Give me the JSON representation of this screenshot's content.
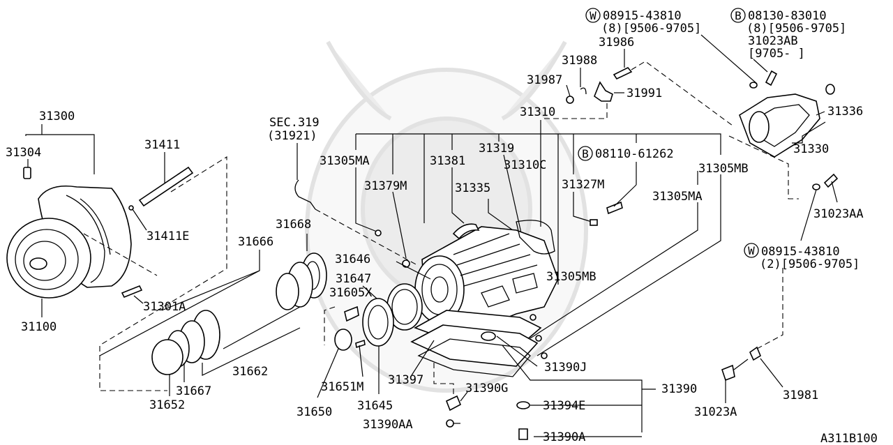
{
  "diagram_id": "A311B100",
  "labels": {
    "p31300": "31300",
    "p31304": "31304",
    "p31411": "31411",
    "p31411E": "31411E",
    "p31100": "31100",
    "p31301A": "31301A",
    "p31666": "31666",
    "p31668": "31668",
    "p31662": "31662",
    "p31667": "31667",
    "p31652": "31652",
    "sec319": "SEC.319",
    "sec319b": "(31921)",
    "p31305MA_a": "31305MA",
    "p31379M": "31379M",
    "p31381": "31381",
    "p31319": "31319",
    "p31310C": "31310C",
    "p31335": "31335",
    "p31327M": "31327M",
    "p31310": "31310",
    "p31305MA_b": "31305MA",
    "p31305MB_a": "31305MB",
    "p31305MB_b": "31305MB",
    "p31646": "31646",
    "p31647": "31647",
    "p31605X": "31605X",
    "p31651M": "31651M",
    "p31650": "31650",
    "p31645": "31645",
    "p31397": "31397",
    "p31390G": "31390G",
    "p31390AA": "31390AA",
    "p31390J": "31390J",
    "p31390": "31390",
    "p31394E": "31394E",
    "p31390A": "31390A",
    "p31987": "31987",
    "p31988": "31988",
    "p31986": "31986",
    "p31991": "31991",
    "p31336": "31336",
    "p31330": "31330",
    "p31023AA": "31023AA",
    "p31023A": "31023A",
    "p31981": "31981",
    "bolt_b_061262": "08110-61262",
    "w_43810_top": "08915-43810",
    "w_43810_top_q": "(8)[9506-9705]",
    "b_83010": "08130-83010",
    "b_83010_q": "(8)[9506-9705]",
    "p31023AB": "31023AB",
    "p31023AB_q": "[9705-    ]",
    "w_43810_bot": "08915-43810",
    "w_43810_bot_q": "(2)[9506-9705]",
    "marker_w": "W",
    "marker_b": "B"
  }
}
